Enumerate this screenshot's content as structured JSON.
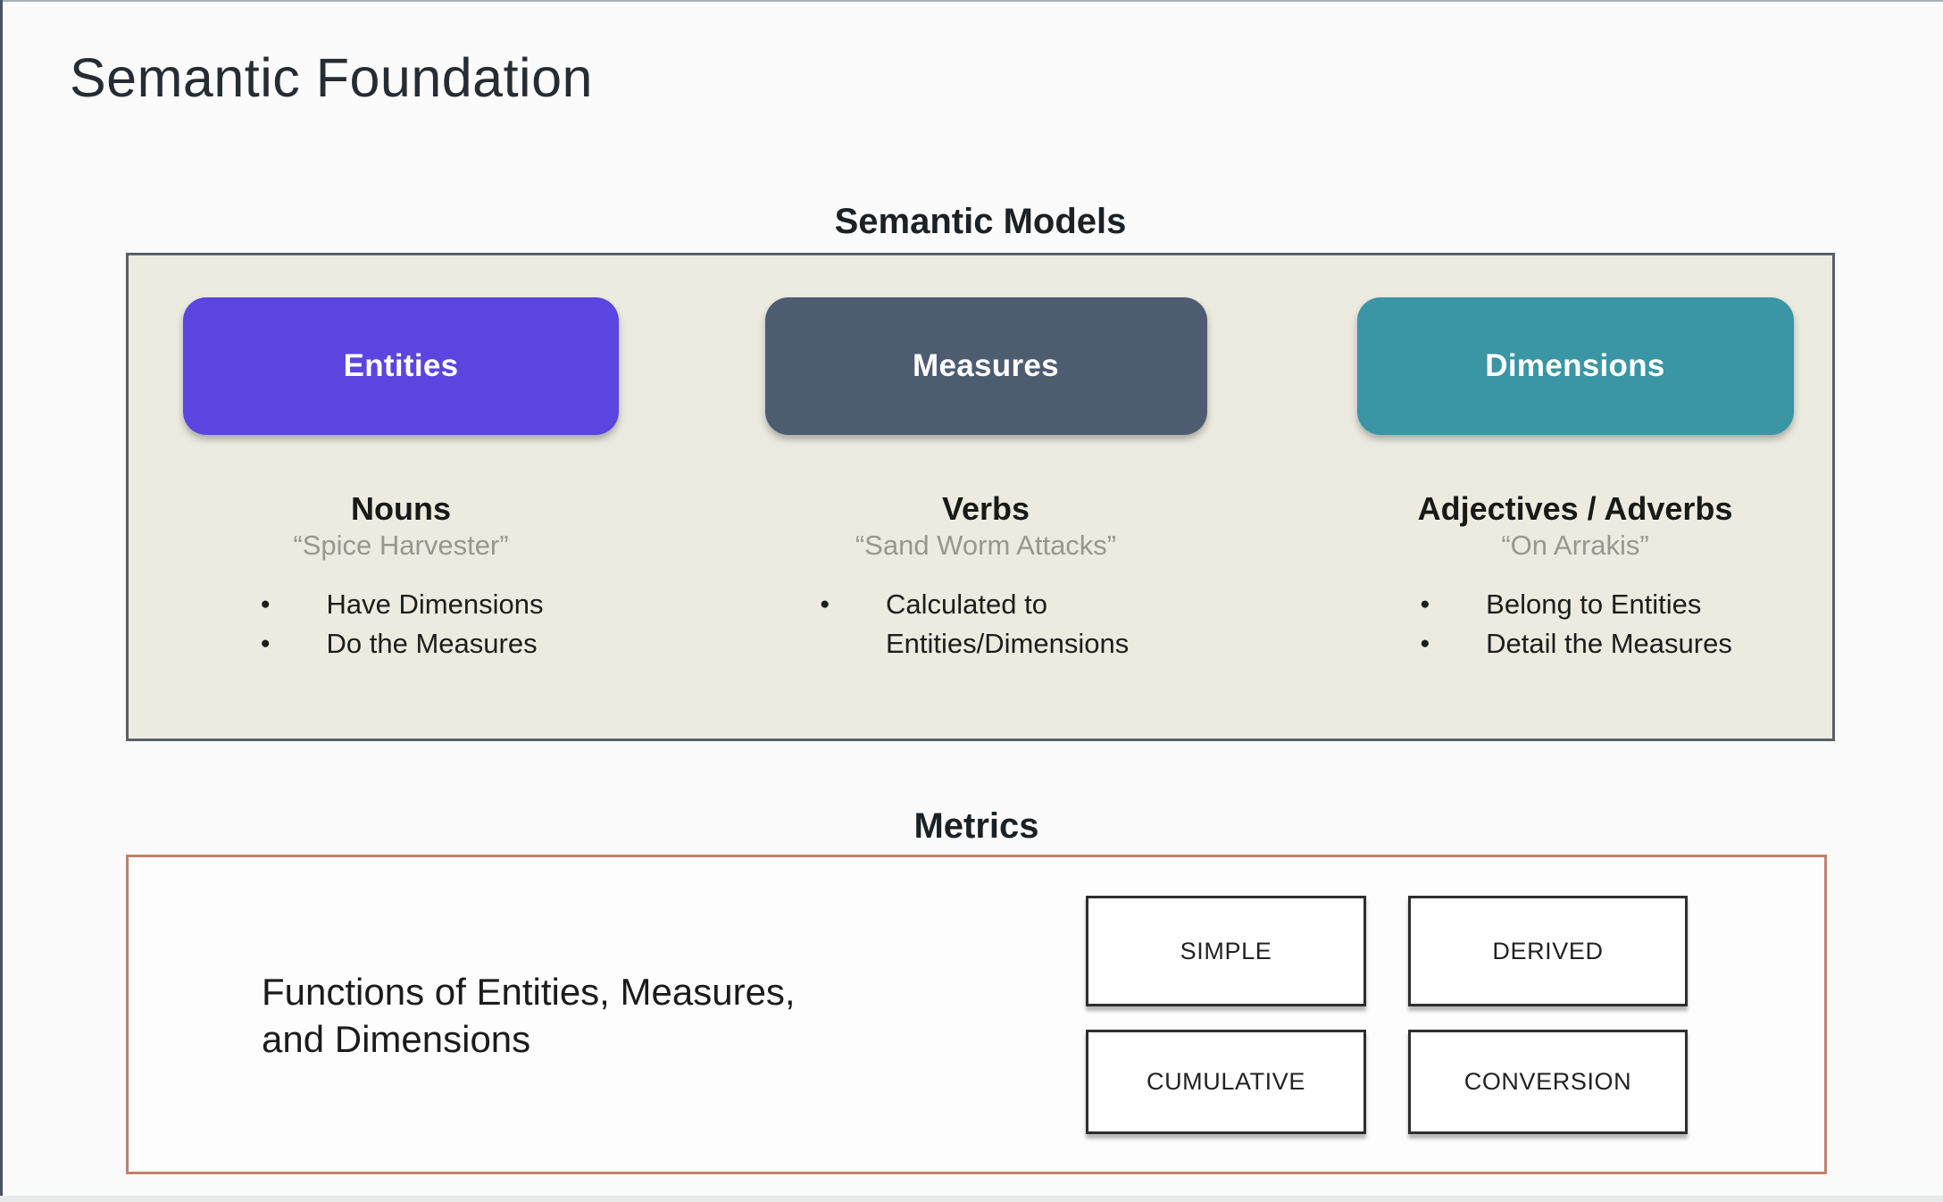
{
  "slide": {
    "title": "Semantic Foundation"
  },
  "semantic_models": {
    "heading": "Semantic Models",
    "panel_bg": "#edebe0",
    "panel_border": "#5a6068",
    "columns": [
      {
        "button_label": "Entities",
        "button_color": "#5a45e0",
        "subtitle": "Nouns",
        "quote": "“Spice Harvester”",
        "bullets": [
          "Have Dimensions",
          "Do the Measures"
        ]
      },
      {
        "button_label": "Measures",
        "button_color": "#4e5c72",
        "subtitle": "Verbs",
        "quote": "“Sand Worm Attacks”",
        "bullets": [
          "Calculated to Entities/Dimensions"
        ]
      },
      {
        "button_label": "Dimensions",
        "button_color": "#3a95a4",
        "subtitle": "Adjectives / Adverbs",
        "quote": "“On Arrakis”",
        "bullets": [
          "Belong to Entities",
          "Detail the Measures"
        ]
      }
    ]
  },
  "metrics": {
    "heading": "Metrics",
    "border_color": "#c5806c",
    "description": "Functions of Entities, Measures,\nand Dimensions",
    "types": [
      "SIMPLE",
      "DERIVED",
      "CUMULATIVE",
      "CONVERSION"
    ]
  }
}
